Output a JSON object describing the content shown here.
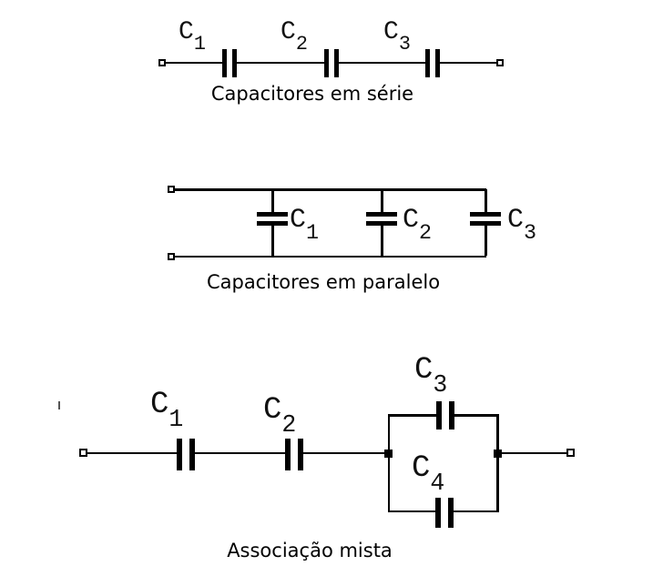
{
  "colors": {
    "background": "#ffffff",
    "ink": "#000000"
  },
  "circuits": {
    "series": {
      "caption": "Capacitores em série",
      "labels": [
        {
          "base": "C",
          "sub": "1"
        },
        {
          "base": "C",
          "sub": "2"
        },
        {
          "base": "C",
          "sub": "3"
        }
      ]
    },
    "parallel": {
      "caption": "Capacitores em paralelo",
      "labels": [
        {
          "base": "C",
          "sub": "1"
        },
        {
          "base": "C",
          "sub": "2"
        },
        {
          "base": "C",
          "sub": "3"
        }
      ]
    },
    "mixed": {
      "caption": "Associação mista",
      "labels": [
        {
          "base": "C",
          "sub": "1"
        },
        {
          "base": "C",
          "sub": "2"
        },
        {
          "base": "C",
          "sub": "3"
        },
        {
          "base": "C",
          "sub": "4"
        }
      ]
    }
  }
}
